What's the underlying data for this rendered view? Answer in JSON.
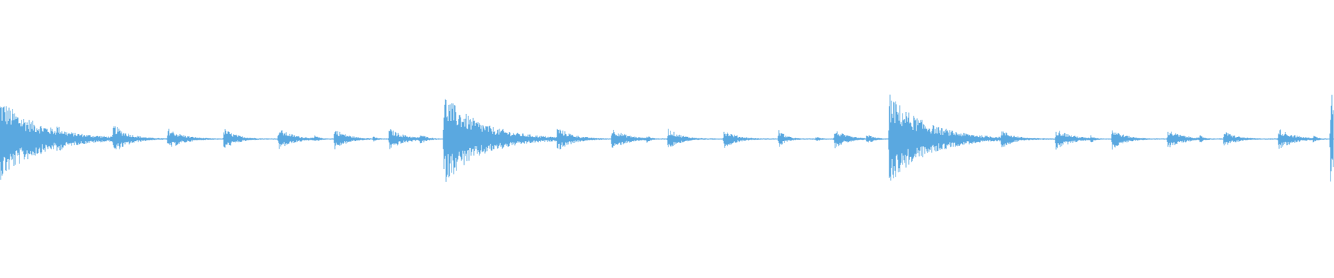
{
  "waveform": {
    "color": "#5aa8e0",
    "background": "#ffffff",
    "baseline_ratio": 0.5,
    "transients": [
      {
        "t": 0.0,
        "amp": 0.3,
        "decay": 0.03
      },
      {
        "t": 0.042,
        "amp": 0.11,
        "decay": 0.012
      },
      {
        "t": 0.07,
        "amp": 0.03,
        "decay": 0.004
      },
      {
        "t": 0.085,
        "amp": 0.11,
        "decay": 0.012
      },
      {
        "t": 0.1,
        "amp": 0.02,
        "decay": 0.004
      },
      {
        "t": 0.126,
        "amp": 0.08,
        "decay": 0.012
      },
      {
        "t": 0.145,
        "amp": 0.02,
        "decay": 0.004
      },
      {
        "t": 0.168,
        "amp": 0.08,
        "decay": 0.01
      },
      {
        "t": 0.209,
        "amp": 0.08,
        "decay": 0.012
      },
      {
        "t": 0.236,
        "amp": 0.03,
        "decay": 0.004
      },
      {
        "t": 0.251,
        "amp": 0.08,
        "decay": 0.01
      },
      {
        "t": 0.28,
        "amp": 0.02,
        "decay": 0.004
      },
      {
        "t": 0.292,
        "amp": 0.08,
        "decay": 0.012
      },
      {
        "t": 0.315,
        "amp": 0.04,
        "decay": 0.006
      },
      {
        "t": 0.333,
        "amp": 0.33,
        "decay": 0.028
      },
      {
        "t": 0.376,
        "amp": 0.08,
        "decay": 0.012
      },
      {
        "t": 0.4,
        "amp": 0.03,
        "decay": 0.004
      },
      {
        "t": 0.418,
        "amp": 0.09,
        "decay": 0.012
      },
      {
        "t": 0.459,
        "amp": 0.08,
        "decay": 0.012
      },
      {
        "t": 0.485,
        "amp": 0.03,
        "decay": 0.004
      },
      {
        "t": 0.501,
        "amp": 0.08,
        "decay": 0.01
      },
      {
        "t": 0.543,
        "amp": 0.07,
        "decay": 0.01
      },
      {
        "t": 0.584,
        "amp": 0.07,
        "decay": 0.006
      },
      {
        "t": 0.612,
        "amp": 0.02,
        "decay": 0.004
      },
      {
        "t": 0.626,
        "amp": 0.07,
        "decay": 0.01
      },
      {
        "t": 0.65,
        "amp": 0.04,
        "decay": 0.006
      },
      {
        "t": 0.667,
        "amp": 0.33,
        "decay": 0.028
      },
      {
        "t": 0.709,
        "amp": 0.08,
        "decay": 0.012
      },
      {
        "t": 0.735,
        "amp": 0.03,
        "decay": 0.004
      },
      {
        "t": 0.751,
        "amp": 0.07,
        "decay": 0.01
      },
      {
        "t": 0.792,
        "amp": 0.08,
        "decay": 0.012
      },
      {
        "t": 0.818,
        "amp": 0.03,
        "decay": 0.004
      },
      {
        "t": 0.834,
        "amp": 0.08,
        "decay": 0.01
      },
      {
        "t": 0.876,
        "amp": 0.07,
        "decay": 0.012
      },
      {
        "t": 0.9,
        "amp": 0.03,
        "decay": 0.004
      },
      {
        "t": 0.918,
        "amp": 0.06,
        "decay": 0.01
      },
      {
        "t": 0.959,
        "amp": 0.08,
        "decay": 0.012
      },
      {
        "t": 0.985,
        "amp": 0.03,
        "decay": 0.004
      },
      {
        "t": 0.998,
        "amp": 0.4,
        "decay": 0.006
      }
    ]
  }
}
